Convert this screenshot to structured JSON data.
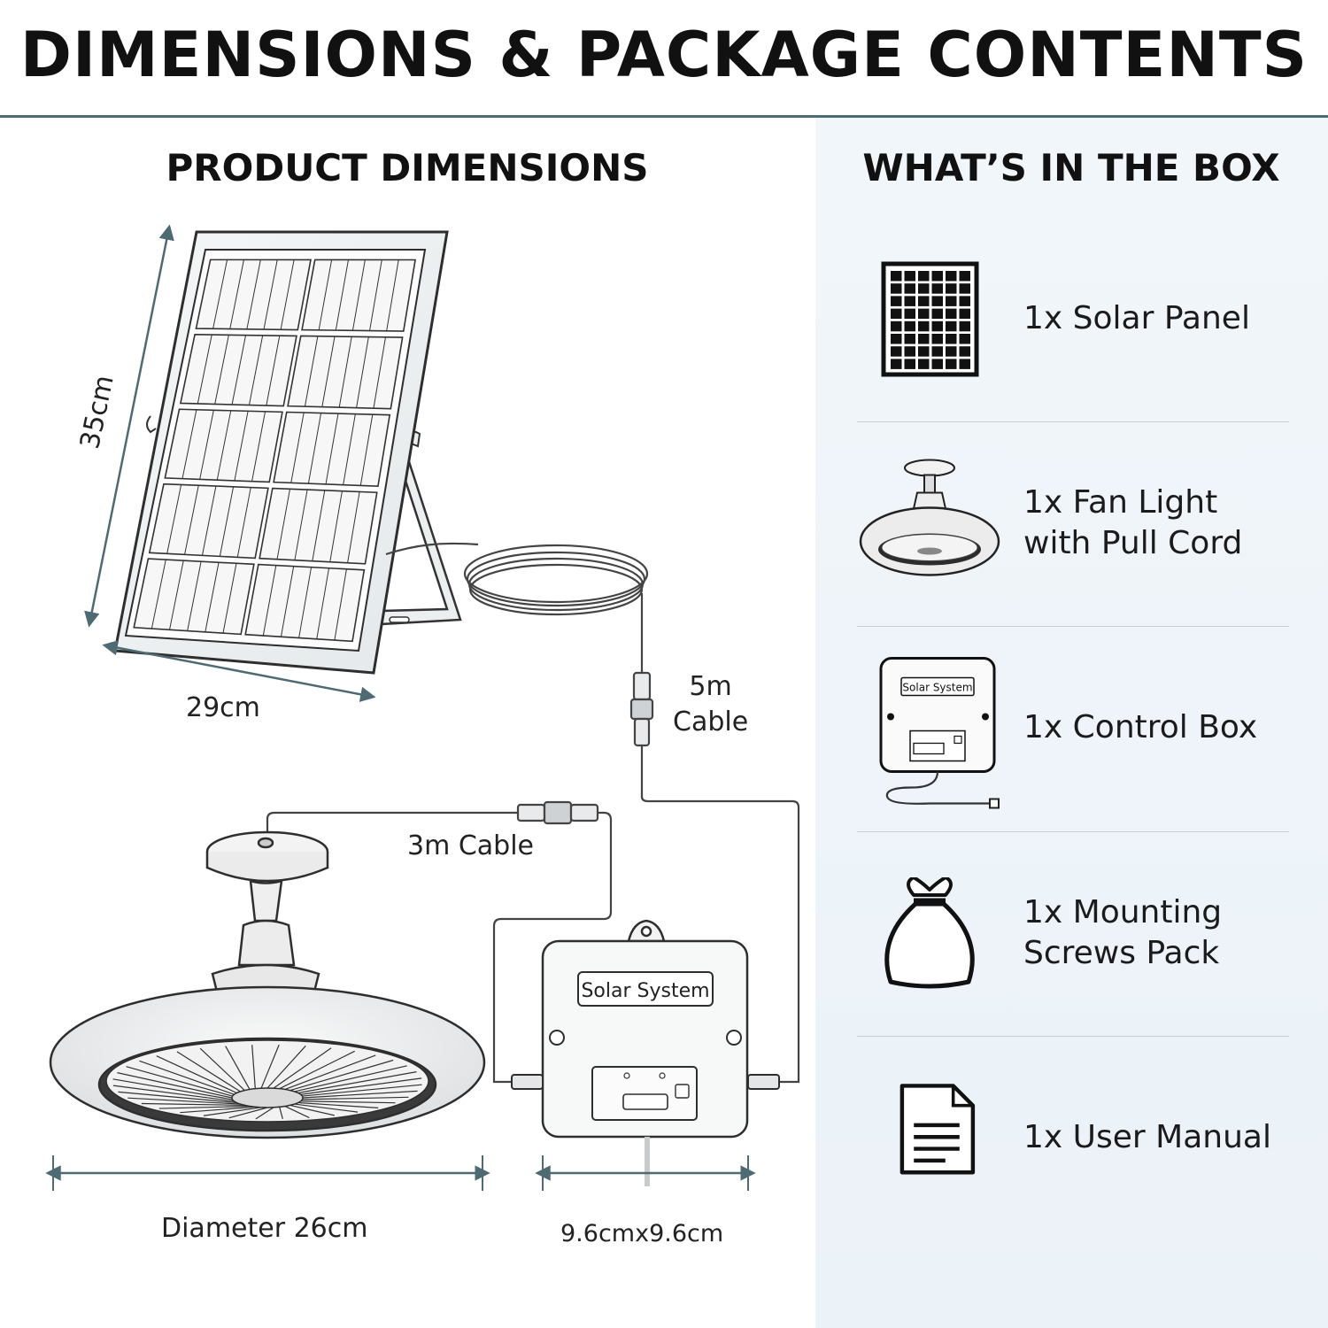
{
  "header": {
    "title": "DIMENSIONS & PACKAGE CONTENTS"
  },
  "dimensions": {
    "title": "PRODUCT DIMENSIONS",
    "panel_height": "35cm",
    "panel_width": "29cm",
    "cable_long": "5m\nCable",
    "cable_short": "3m Cable",
    "fan_diameter": "Diameter 26cm",
    "box_size": "9.6cmx9.6cm",
    "control_box_label": "Solar System"
  },
  "contents": {
    "title": "WHAT’S IN THE BOX",
    "items": [
      {
        "label": "1x Solar Panel",
        "icon": "solar-panel-icon"
      },
      {
        "label": "1x Fan Light\nwith Pull Cord",
        "icon": "fan-light-icon"
      },
      {
        "label": "1x Control Box",
        "icon": "control-box-icon",
        "icon_text": "Solar System"
      },
      {
        "label": "1x Mounting\nScrews Pack",
        "icon": "screw-bag-icon"
      },
      {
        "label": "1x User Manual",
        "icon": "manual-icon"
      }
    ]
  },
  "colors": {
    "accent": "#4e6b74",
    "panel_bg": "#eef4f9",
    "ink": "#111111"
  }
}
